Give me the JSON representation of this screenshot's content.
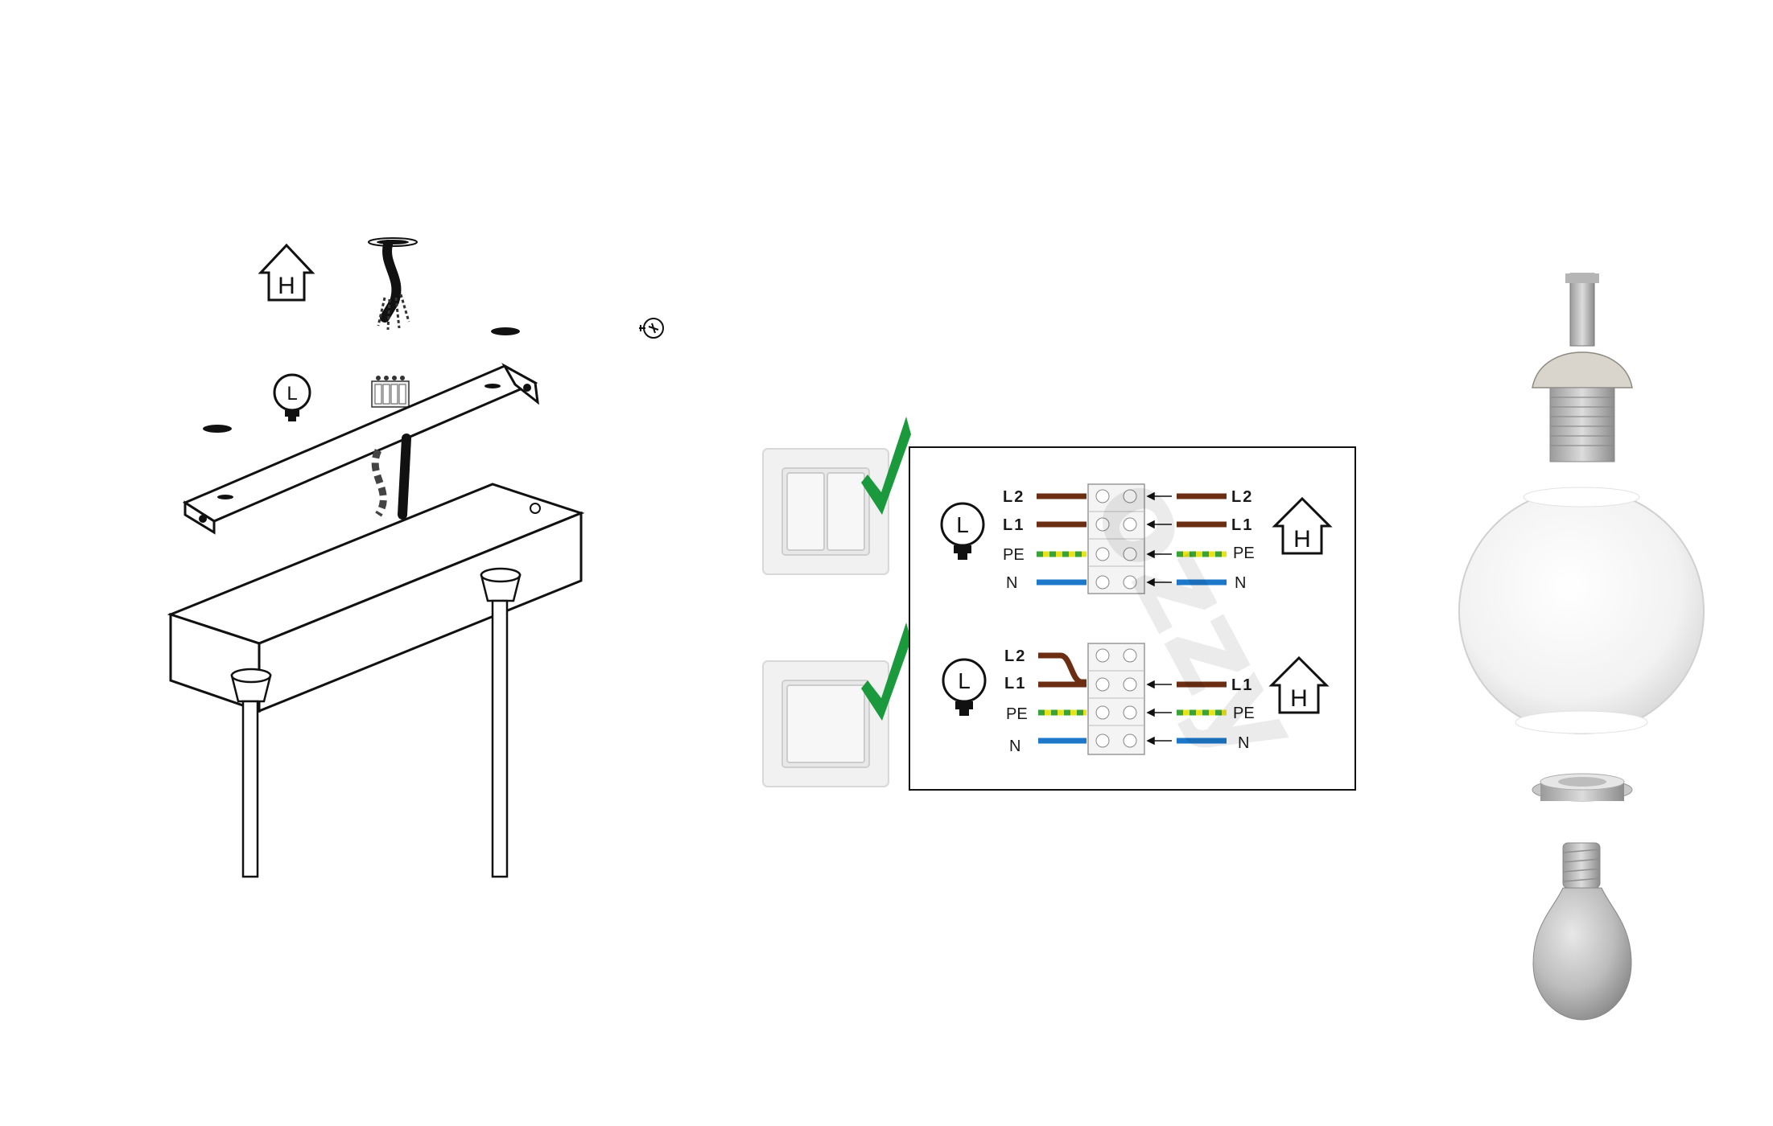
{
  "house_symbol_letter": "H",
  "lamp_symbol_letter": "L",
  "wiring_double_switch": {
    "left_labels": [
      "L2",
      "L1",
      "PE",
      "N"
    ],
    "right_labels": [
      "L2",
      "L1",
      "PE",
      "N"
    ]
  },
  "wiring_single_switch": {
    "left_labels": [
      "L2",
      "L1",
      "PE",
      "N"
    ],
    "right_labels": [
      "L1",
      "PE",
      "N"
    ]
  },
  "watermark_text": "ozzy",
  "colors": {
    "phase_wire": "#6b2e12",
    "earth_green": "#3aa23a",
    "earth_yellow": "#e8e21c",
    "neutral_wire": "#1d78c9",
    "check_mark": "#1a9a3c",
    "outline": "#111111"
  }
}
